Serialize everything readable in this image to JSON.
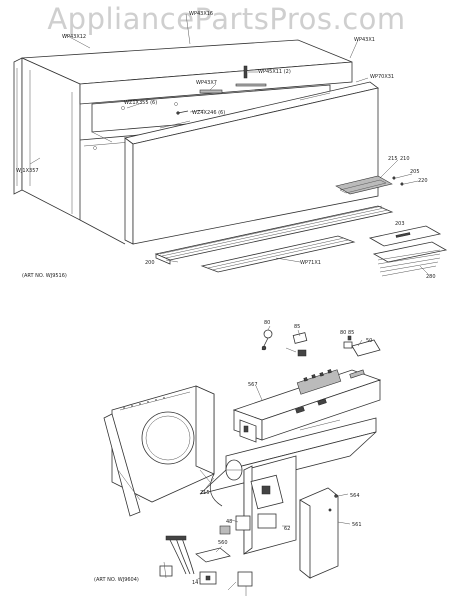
{
  "watermark": "AppliancePartsPros.com",
  "top_labels": {
    "wp43x16": "WP43X16",
    "wp43x12": "WP43X12",
    "wp43x1": "WP43X1",
    "wp45x11": "WP45X11 (2)",
    "wp43x7": "WP43X7",
    "wp70x31": "WP70X31",
    "wz1x355": "WZ1X355 (6)",
    "wz4x246": "WZ4X246 (6)",
    "wj1x357": "WJ1X357",
    "n215": "215",
    "n210": "210",
    "n205": "205",
    "n220": "220",
    "n203": "203",
    "n200": "200",
    "wp71x1": "WP71X1",
    "n280": "280",
    "art1": "(ART NO. WJ9516)"
  },
  "bottom_labels": {
    "n80": "80",
    "n85": "85",
    "n8085": "80 85",
    "n50": "50",
    "n567": "567",
    "n715": "715",
    "n564": "564",
    "n561": "561",
    "n62": "62",
    "n48": "48",
    "n560": "560",
    "n14": "14",
    "art2": "(ART NO. WJ9604)"
  }
}
